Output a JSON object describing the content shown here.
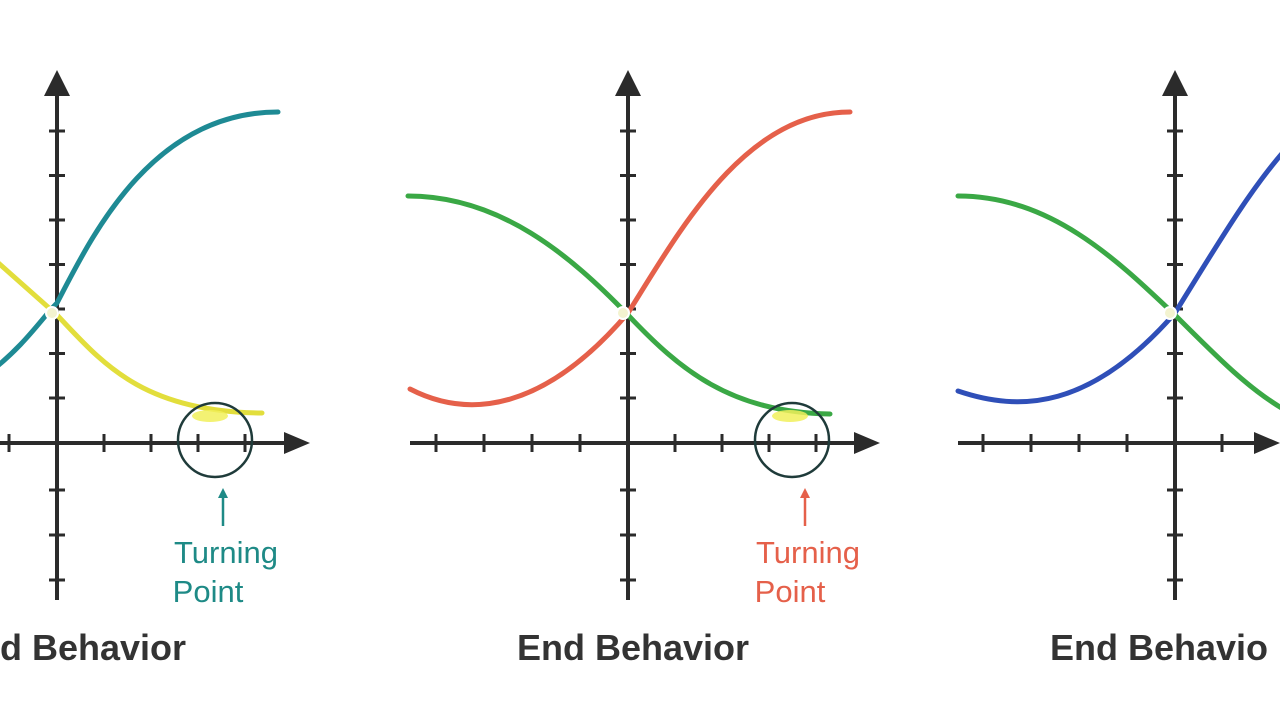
{
  "panels": [
    {
      "caption": "d Behavior",
      "annotation": {
        "line1": "Turning",
        "line2": "Point",
        "color": "#1e8a86",
        "arrow": "↑"
      },
      "curves": [
        {
          "shape": "rising",
          "color": "#1e8a94"
        },
        {
          "shape": "falling",
          "color": "#e2de3c"
        }
      ]
    },
    {
      "caption": "End Behavior",
      "annotation": {
        "line1": "Turning",
        "line2": "Point",
        "color": "#e5604a",
        "arrow": "↑"
      },
      "curves": [
        {
          "shape": "rising",
          "color": "#e5604a"
        },
        {
          "shape": "falling",
          "color": "#3aa845"
        }
      ]
    },
    {
      "caption": "End Behavio",
      "annotation": null,
      "curves": [
        {
          "shape": "rising",
          "color": "#2f4fb8"
        },
        {
          "shape": "falling",
          "color": "#3aa845"
        }
      ]
    }
  ],
  "colors": {
    "axis": "#2b2b2b",
    "caption": "#333333",
    "highlight": "#f1f05a"
  }
}
